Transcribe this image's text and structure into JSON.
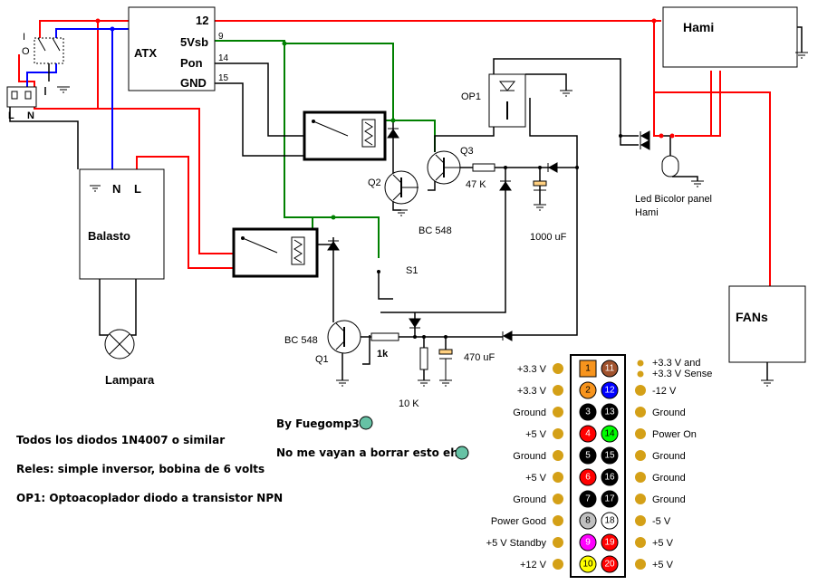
{
  "atx_block": {
    "title": "ATX",
    "pin_12": "12",
    "pin_5vsb": "5Vsb",
    "pin_pon": "Pon",
    "pin_gnd": "GND",
    "num_5vsb": "9",
    "num_pon": "14",
    "num_gnd": "15"
  },
  "switch_labels": {
    "on": "I",
    "off": "O"
  },
  "plug_labels": {
    "line": "L",
    "neutral": "N"
  },
  "hami": {
    "title": "Hami"
  },
  "fans": {
    "title": "FANs"
  },
  "ballast": {
    "title": "Balasto",
    "terminal_n": "N",
    "terminal_l": "L"
  },
  "lamp": {
    "label": "Lampara"
  },
  "components": {
    "op1": "OP1",
    "q3": "Q3",
    "q2": "Q2",
    "bc548_a": "BC 548",
    "r47k": "47 K",
    "c1000": "1000 uF",
    "s1": "S1",
    "q1_type": "BC 548",
    "q1": "Q1",
    "r1k": "1k",
    "r10k": "10 K",
    "c470": "470 uF",
    "led_line1": "Led Bicolor panel",
    "led_line2": "Hami"
  },
  "notes": {
    "diodes": "Todos los diodos 1N4007 o similar",
    "relays": "Reles: simple inversor, bobina de 6 volts",
    "op1": "OP1: Optoacoplador diodo a transistor NPN",
    "author": "By Fuegomp3",
    "warning": "No me vayan a borrar esto eh!"
  },
  "connector": {
    "left_labels": [
      "+3.3 V",
      "+3.3 V",
      "Ground",
      "+5 V",
      "Ground",
      "+5 V",
      "Ground",
      "Power Good",
      "+5 V Standby",
      "+12 V"
    ],
    "left_numbers": [
      "1",
      "2",
      "3",
      "4",
      "5",
      "6",
      "7",
      "8",
      "9",
      "10"
    ],
    "left_colors": [
      "#f7941d",
      "#f7941d",
      "#000000",
      "#ff0000",
      "#000000",
      "#ff0000",
      "#000000",
      "#c0c0c0",
      "#ff00ff",
      "#ffff00"
    ],
    "right_labels_top": [
      "+3.3 V and",
      "+3.3 V Sense"
    ],
    "right_labels": [
      "-12 V",
      "Ground",
      "Power On",
      "Ground",
      "Ground",
      "Ground",
      "-5 V",
      "+5 V",
      "+5 V"
    ],
    "right_numbers": [
      "11",
      "12",
      "13",
      "14",
      "15",
      "16",
      "17",
      "18",
      "19",
      "20"
    ],
    "right_colors": [
      "#a0522d",
      "#0000ff",
      "#000000",
      "#00ff00",
      "#000000",
      "#000000",
      "#000000",
      "#ffffff",
      "#ff0000",
      "#ff0000"
    ]
  }
}
